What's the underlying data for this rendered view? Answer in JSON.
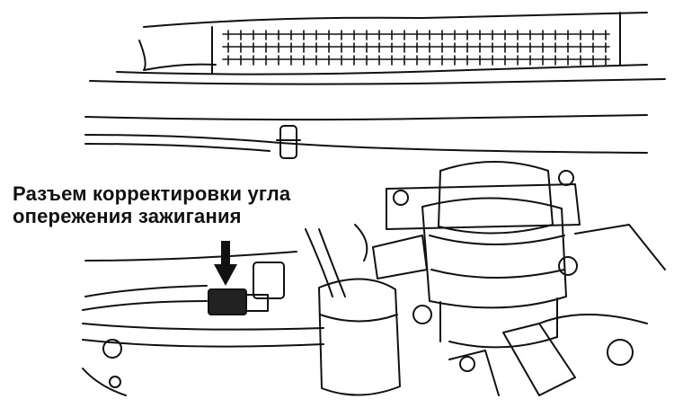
{
  "annotation": {
    "line1": "Разъем корректировки угла",
    "line2": "опережения зажигания"
  },
  "colors": {
    "ink": "#111111",
    "paper": "#ffffff"
  },
  "drawing": {
    "style": "black-and-white technical line drawing",
    "subject": "engine compartment",
    "icons": [
      "down-arrow-icon"
    ]
  }
}
